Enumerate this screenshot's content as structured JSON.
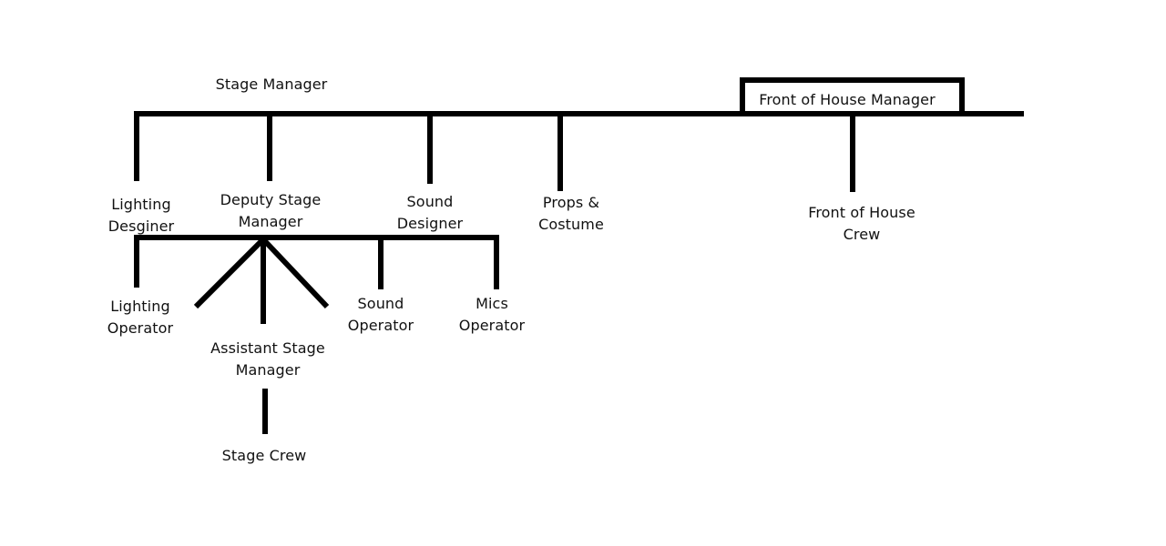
{
  "roles": {
    "stage_manager": "Stage Manager",
    "front_of_house_manager": "Front of House Manager",
    "lighting_designer": "Lighting\nDesginer",
    "deputy_stage_manager": "Deputy Stage\nManager",
    "sound_designer": "Sound\nDesigner",
    "props_costume": "Props &\nCostume",
    "front_of_house_crew": "Front of House\nCrew",
    "lighting_operator": "Lighting\nOperator",
    "assistant_stage_manager": "Assistant Stage\nManager",
    "sound_operator": "Sound\nOperator",
    "mics_operator": "Mics\nOperator",
    "stage_crew": "Stage Crew"
  }
}
